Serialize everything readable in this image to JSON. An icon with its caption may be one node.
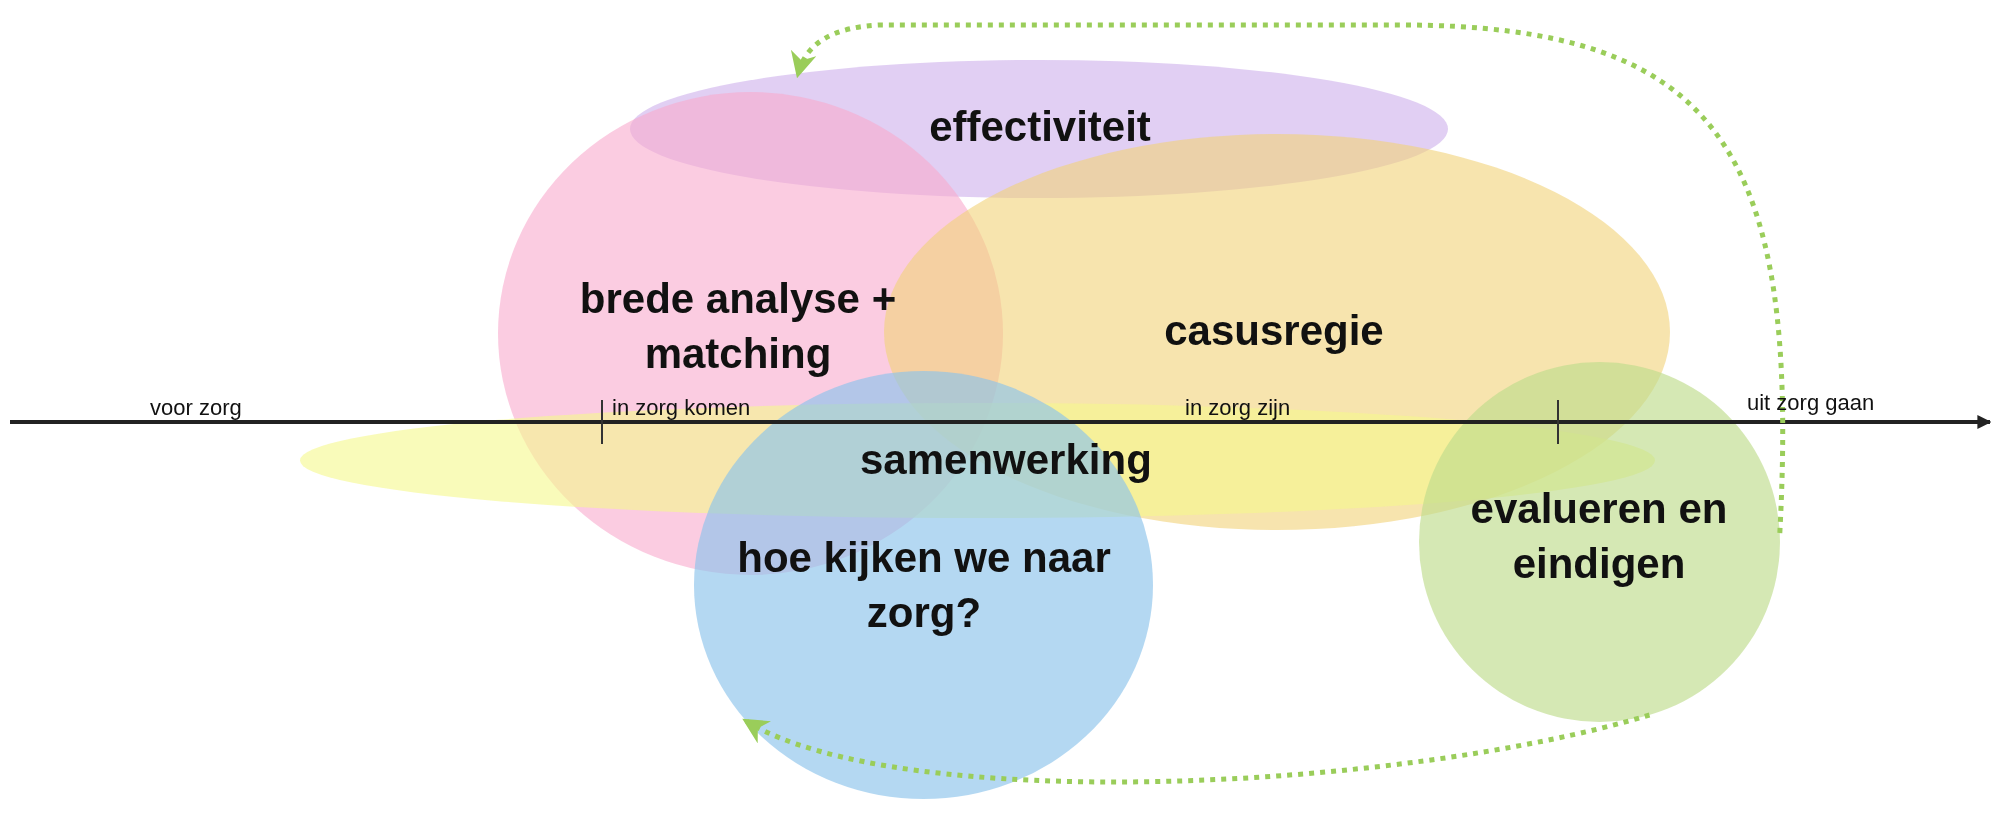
{
  "diagram": {
    "nodes": [
      {
        "text": [
          "effectiviteit"
        ]
      },
      {
        "text": [
          "brede analyse + matching"
        ]
      },
      {
        "text": [
          "casusregie"
        ]
      },
      {
        "text": [
          "samenwerking"
        ]
      },
      {
        "text": [
          "hoe kijken we naar zorg?"
        ]
      },
      {
        "text": [
          "evalueren en eindigen"
        ]
      }
    ],
    "edges": [
      {
        "from": 5,
        "to": 0,
        "arrow": "to",
        "style": "dashed",
        "color": "#9acd5a"
      },
      {
        "from": 5,
        "to": 4,
        "arrow": "to",
        "style": "dashed",
        "color": "#9acd5a"
      }
    ],
    "labels": [
      "voor zorg",
      "in zorg komen",
      "in zorg zijn",
      "uit zorg gaan"
    ]
  }
}
